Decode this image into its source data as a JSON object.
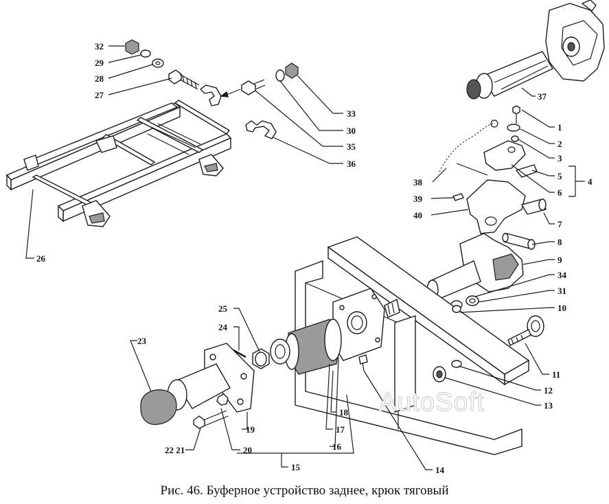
{
  "figure": {
    "caption": "Рис. 46. Буферное устройство заднее, крюк тяговый",
    "watermark": "AutoSoft"
  },
  "callouts": [
    {
      "id": "c32",
      "text": "32"
    },
    {
      "id": "c29",
      "text": "29"
    },
    {
      "id": "c28",
      "text": "28"
    },
    {
      "id": "c27",
      "text": "27"
    },
    {
      "id": "c33",
      "text": "33"
    },
    {
      "id": "c30",
      "text": "30"
    },
    {
      "id": "c35",
      "text": "35"
    },
    {
      "id": "c36",
      "text": "36"
    },
    {
      "id": "c26",
      "text": "26"
    },
    {
      "id": "c37",
      "text": "37"
    },
    {
      "id": "c1",
      "text": "1"
    },
    {
      "id": "c2",
      "text": "2"
    },
    {
      "id": "c3",
      "text": "3"
    },
    {
      "id": "c5",
      "text": "5"
    },
    {
      "id": "c6",
      "text": "6"
    },
    {
      "id": "c4",
      "text": "4"
    },
    {
      "id": "c38",
      "text": "38"
    },
    {
      "id": "c39",
      "text": "39"
    },
    {
      "id": "c40",
      "text": "40"
    },
    {
      "id": "c7",
      "text": "7"
    },
    {
      "id": "c8",
      "text": "8"
    },
    {
      "id": "c9",
      "text": "9"
    },
    {
      "id": "c34",
      "text": "34"
    },
    {
      "id": "c31",
      "text": "31"
    },
    {
      "id": "c10",
      "text": "10"
    },
    {
      "id": "c11",
      "text": "11"
    },
    {
      "id": "c12",
      "text": "12"
    },
    {
      "id": "c13",
      "text": "13"
    },
    {
      "id": "c14",
      "text": "14"
    },
    {
      "id": "c25",
      "text": "25"
    },
    {
      "id": "c24",
      "text": "24"
    },
    {
      "id": "c23",
      "text": "23"
    },
    {
      "id": "c18",
      "text": "18"
    },
    {
      "id": "c17",
      "text": "17"
    },
    {
      "id": "c16",
      "text": "16"
    },
    {
      "id": "c15",
      "text": "15"
    },
    {
      "id": "c19",
      "text": "19"
    },
    {
      "id": "c20",
      "text": "20"
    },
    {
      "id": "c2221",
      "text": "22 21"
    }
  ]
}
